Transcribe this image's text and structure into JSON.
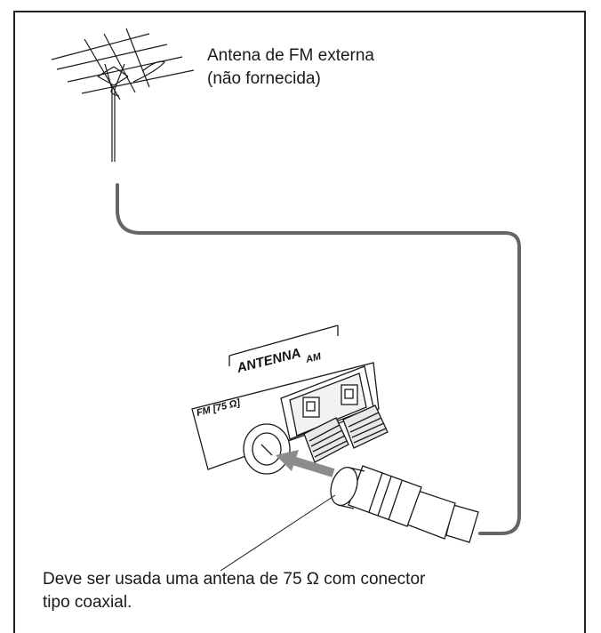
{
  "antenna": {
    "line1": "Antena de FM externa",
    "line2": "(não fornecida)"
  },
  "panel": {
    "antenna_label": "ANTENNA",
    "fm_label": "FM [75 Ω]",
    "am_label": "AM"
  },
  "note": {
    "line1": "Deve ser usada uma antena de 75 Ω com conector",
    "line2": "tipo coaxial."
  },
  "colors": {
    "cable": "#666666",
    "arrow": "#8c8c8c",
    "line": "#1a1a1a"
  }
}
